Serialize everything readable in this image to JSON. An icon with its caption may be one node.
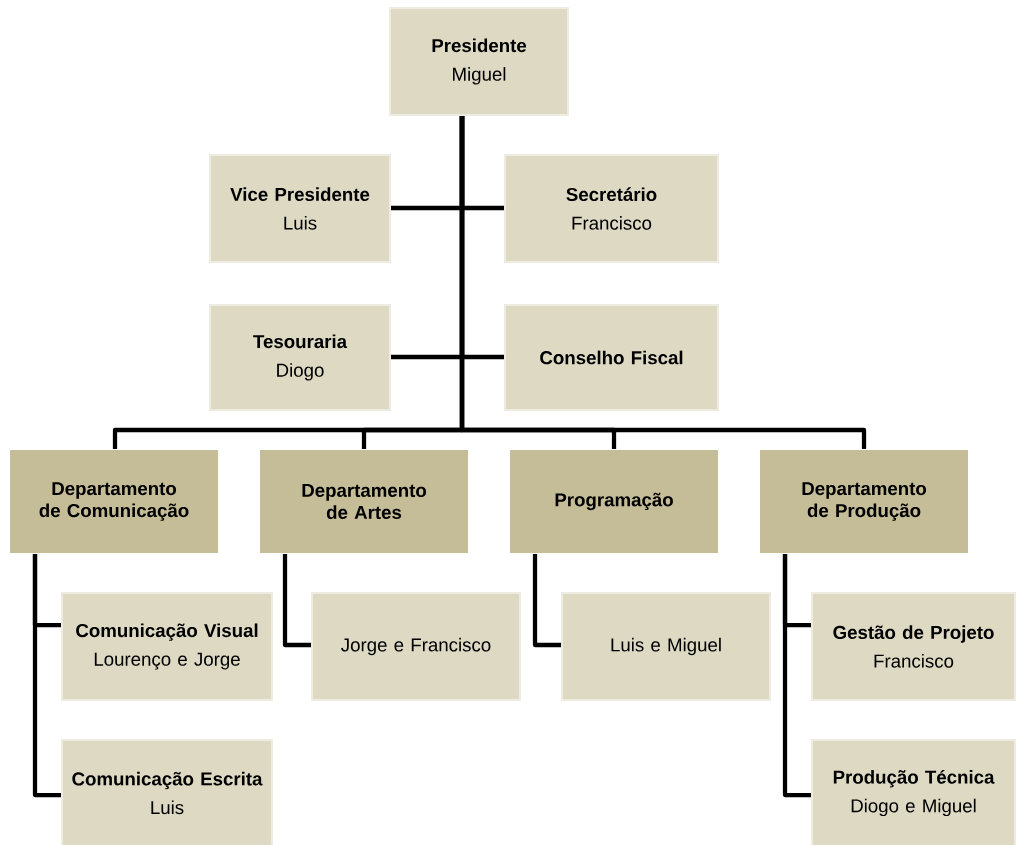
{
  "diagram": {
    "nodes": [
      {
        "text": [
          "Presidente",
          "Miguel"
        ]
      },
      {
        "text": [
          "Vice Presidente",
          "Luis"
        ]
      },
      {
        "text": [
          "Secretário",
          "Francisco"
        ]
      },
      {
        "text": [
          "Tesouraria",
          "Diogo"
        ]
      },
      {
        "text": [
          "Conselho Fiscal"
        ]
      },
      {
        "text": [
          "Departamento de Comunicação"
        ]
      },
      {
        "text": [
          "Departamento de Artes"
        ]
      },
      {
        "text": [
          "Programação"
        ]
      },
      {
        "text": [
          "Departamento de Produção"
        ]
      },
      {
        "text": [
          "Comunicação Visual",
          "Lourenço e Jorge"
        ]
      },
      {
        "text": [
          "Comunicação Escrita",
          "Luis"
        ]
      },
      {
        "text": [
          "Jorge e Francisco"
        ]
      },
      {
        "text": [
          "Luis e Miguel"
        ]
      },
      {
        "text": [
          "Gestão de Projeto",
          "Francisco"
        ]
      },
      {
        "text": [
          "Produção Técnica",
          "Diogo e Miguel"
        ]
      }
    ],
    "edges": [
      {
        "from": 0,
        "to": 1,
        "arrow": "none"
      },
      {
        "from": 0,
        "to": 2,
        "arrow": "none"
      },
      {
        "from": 0,
        "to": 3,
        "arrow": "none"
      },
      {
        "from": 0,
        "to": 4,
        "arrow": "none"
      },
      {
        "from": 0,
        "to": 5,
        "arrow": "none"
      },
      {
        "from": 0,
        "to": 6,
        "arrow": "none"
      },
      {
        "from": 0,
        "to": 7,
        "arrow": "none"
      },
      {
        "from": 0,
        "to": 8,
        "arrow": "none"
      },
      {
        "from": 5,
        "to": 9,
        "arrow": "none"
      },
      {
        "from": 5,
        "to": 10,
        "arrow": "none"
      },
      {
        "from": 6,
        "to": 11,
        "arrow": "none"
      },
      {
        "from": 7,
        "to": 12,
        "arrow": "none"
      },
      {
        "from": 8,
        "to": 13,
        "arrow": "none"
      },
      {
        "from": 8,
        "to": 14,
        "arrow": "none"
      }
    ]
  }
}
